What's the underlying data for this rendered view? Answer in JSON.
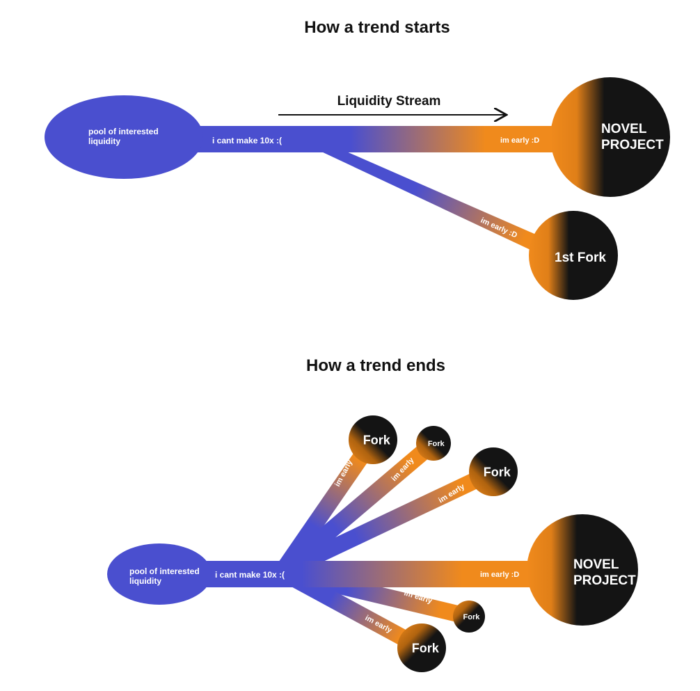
{
  "colors": {
    "blue": "#4a4fcf",
    "orange": "#f08a1c",
    "black": "#141414",
    "text_dark": "#111111",
    "text_light": "#ffffff"
  },
  "top": {
    "title": "How a trend starts",
    "arrow_label": "Liquidity Stream",
    "pool_label": [
      "pool of interested",
      "liquidity"
    ],
    "stream_label": "i cant make 10x :(",
    "main_branch_label": "im early :D",
    "fork_branch_label": "im early :D",
    "novel_label": [
      "NOVEL",
      "PROJECT"
    ],
    "fork_label": "1st Fork"
  },
  "bottom": {
    "title": "How a trend ends",
    "pool_label": [
      "pool of interested",
      "liquidity"
    ],
    "stream_label": "i cant make 10x :(",
    "novel_label": [
      "NOVEL",
      "PROJECT"
    ],
    "main_branch_label": "im early :D",
    "forks": [
      {
        "label": "Fork",
        "branch_label": "im early"
      },
      {
        "label": "Fork",
        "branch_label": "im early"
      },
      {
        "label": "Fork",
        "branch_label": "im early"
      },
      {
        "label": "Fork",
        "branch_label": "im early"
      },
      {
        "label": "Fork",
        "branch_label": "im early"
      }
    ]
  }
}
